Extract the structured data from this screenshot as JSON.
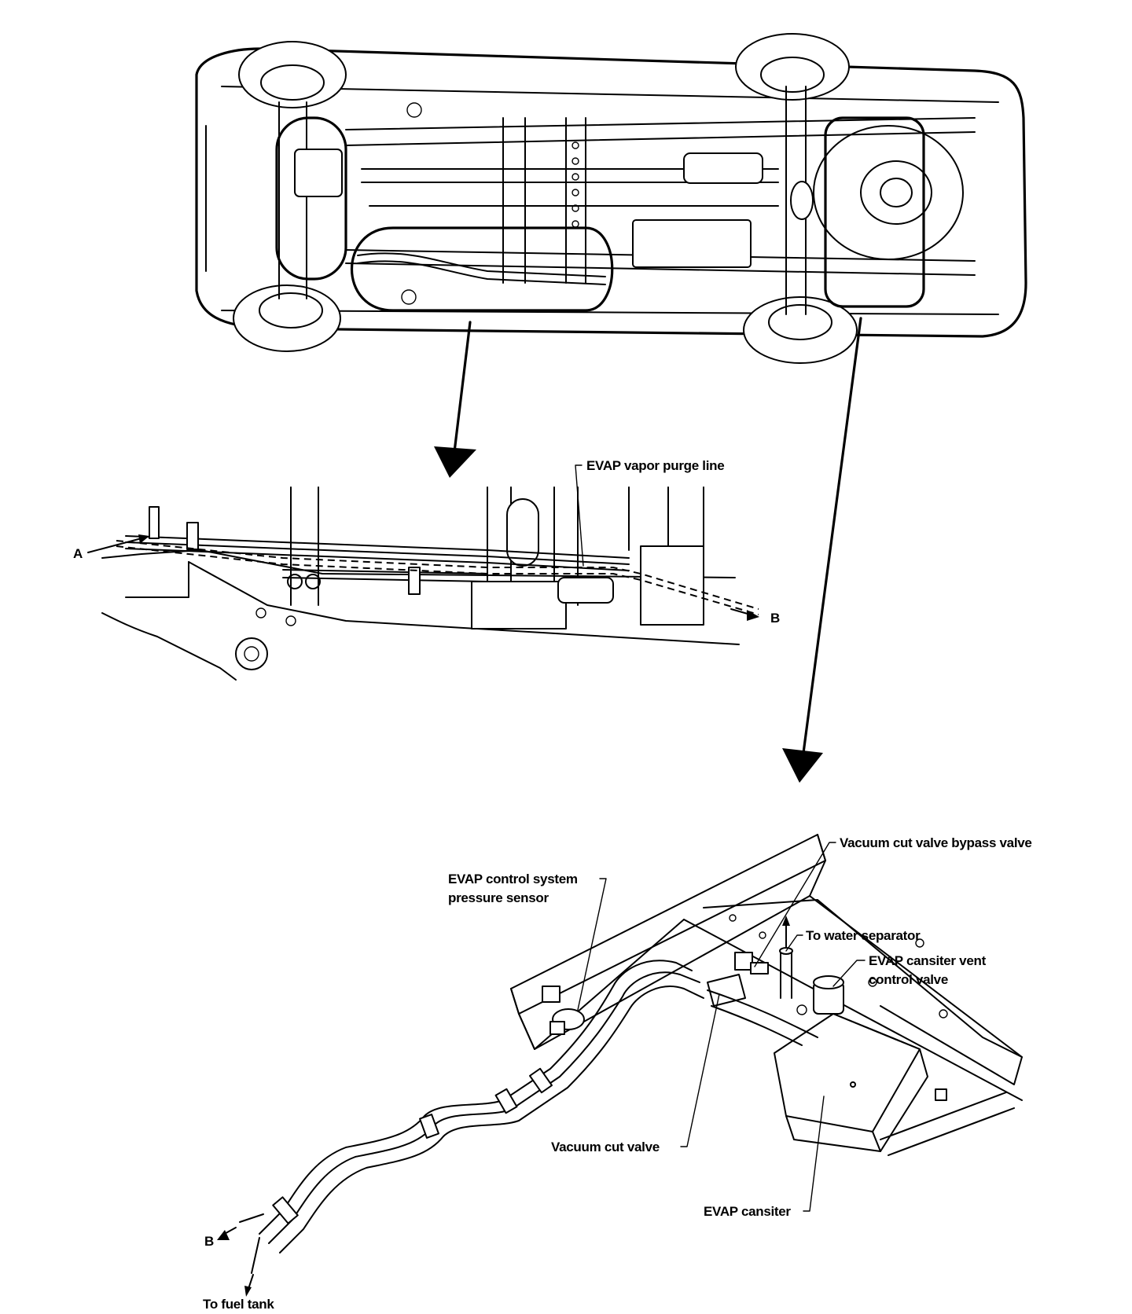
{
  "labels": {
    "evap_vapor_purge_line": "EVAP vapor purge line",
    "point_a": "A",
    "point_b_mid": "B",
    "vacuum_cut_valve_bypass_valve": "Vacuum cut valve bypass valve",
    "evap_control_system_pressure_sensor_line1": "EVAP control system",
    "evap_control_system_pressure_sensor_line2": "pressure sensor",
    "to_water_separator": "To water separator",
    "evap_canister_vent_control_valve_line1": "EVAP cansiter vent",
    "evap_canister_vent_control_valve_line2": "control valve",
    "vacuum_cut_valve": "Vacuum cut valve",
    "evap_canister": "EVAP cansiter",
    "point_b_bottom": "B",
    "to_fuel_tank": "To fuel tank"
  }
}
